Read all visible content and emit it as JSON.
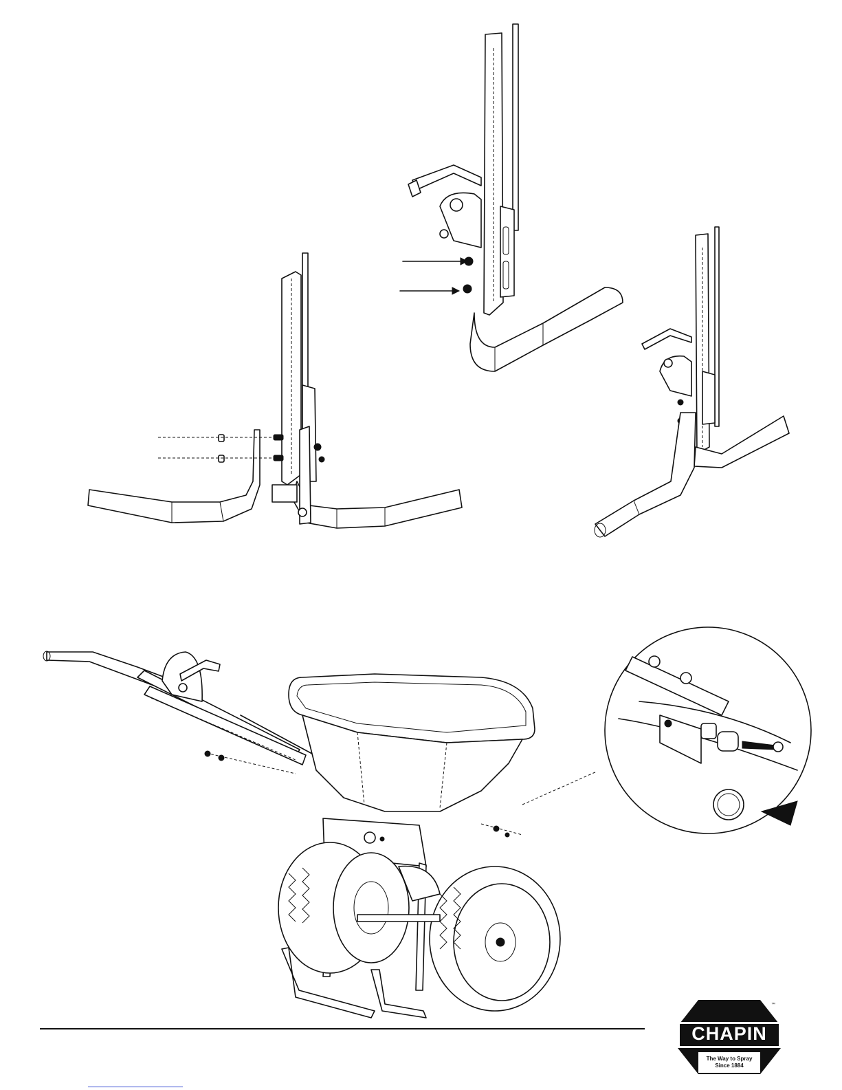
{
  "brand": {
    "name": "CHAPIN",
    "trademark": "™",
    "tagline_line1": "The Way to Spray",
    "tagline_line2": "Since 1884",
    "colors": {
      "dark": "#111111",
      "white": "#ffffff",
      "link_blue": "#3b4fd4"
    }
  }
}
